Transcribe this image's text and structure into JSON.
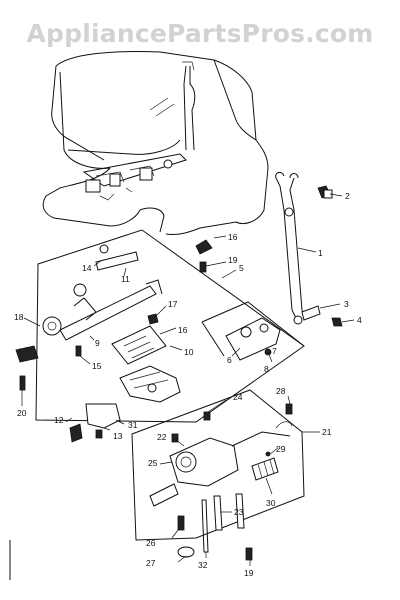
{
  "watermark": "AppliancePartsPros.com",
  "part_labels": {
    "p1": "1",
    "p2": "2",
    "p3": "3",
    "p4": "4",
    "p5": "5",
    "p6": "6",
    "p7": "7",
    "p8": "8",
    "p9": "9",
    "p10": "10",
    "p11": "11",
    "p12": "12",
    "p13": "13",
    "p14": "14",
    "p15": "15",
    "p16a": "16",
    "p16b": "16",
    "p17": "17",
    "p18": "18",
    "p19a": "19",
    "p19b": "19",
    "p20": "20",
    "p21": "21",
    "p22": "22",
    "p23": "23",
    "p24": "24",
    "p25": "25",
    "p26": "26",
    "p27": "27",
    "p28": "28",
    "p29": "29",
    "p30": "30",
    "p31": "31",
    "p32": "32"
  }
}
